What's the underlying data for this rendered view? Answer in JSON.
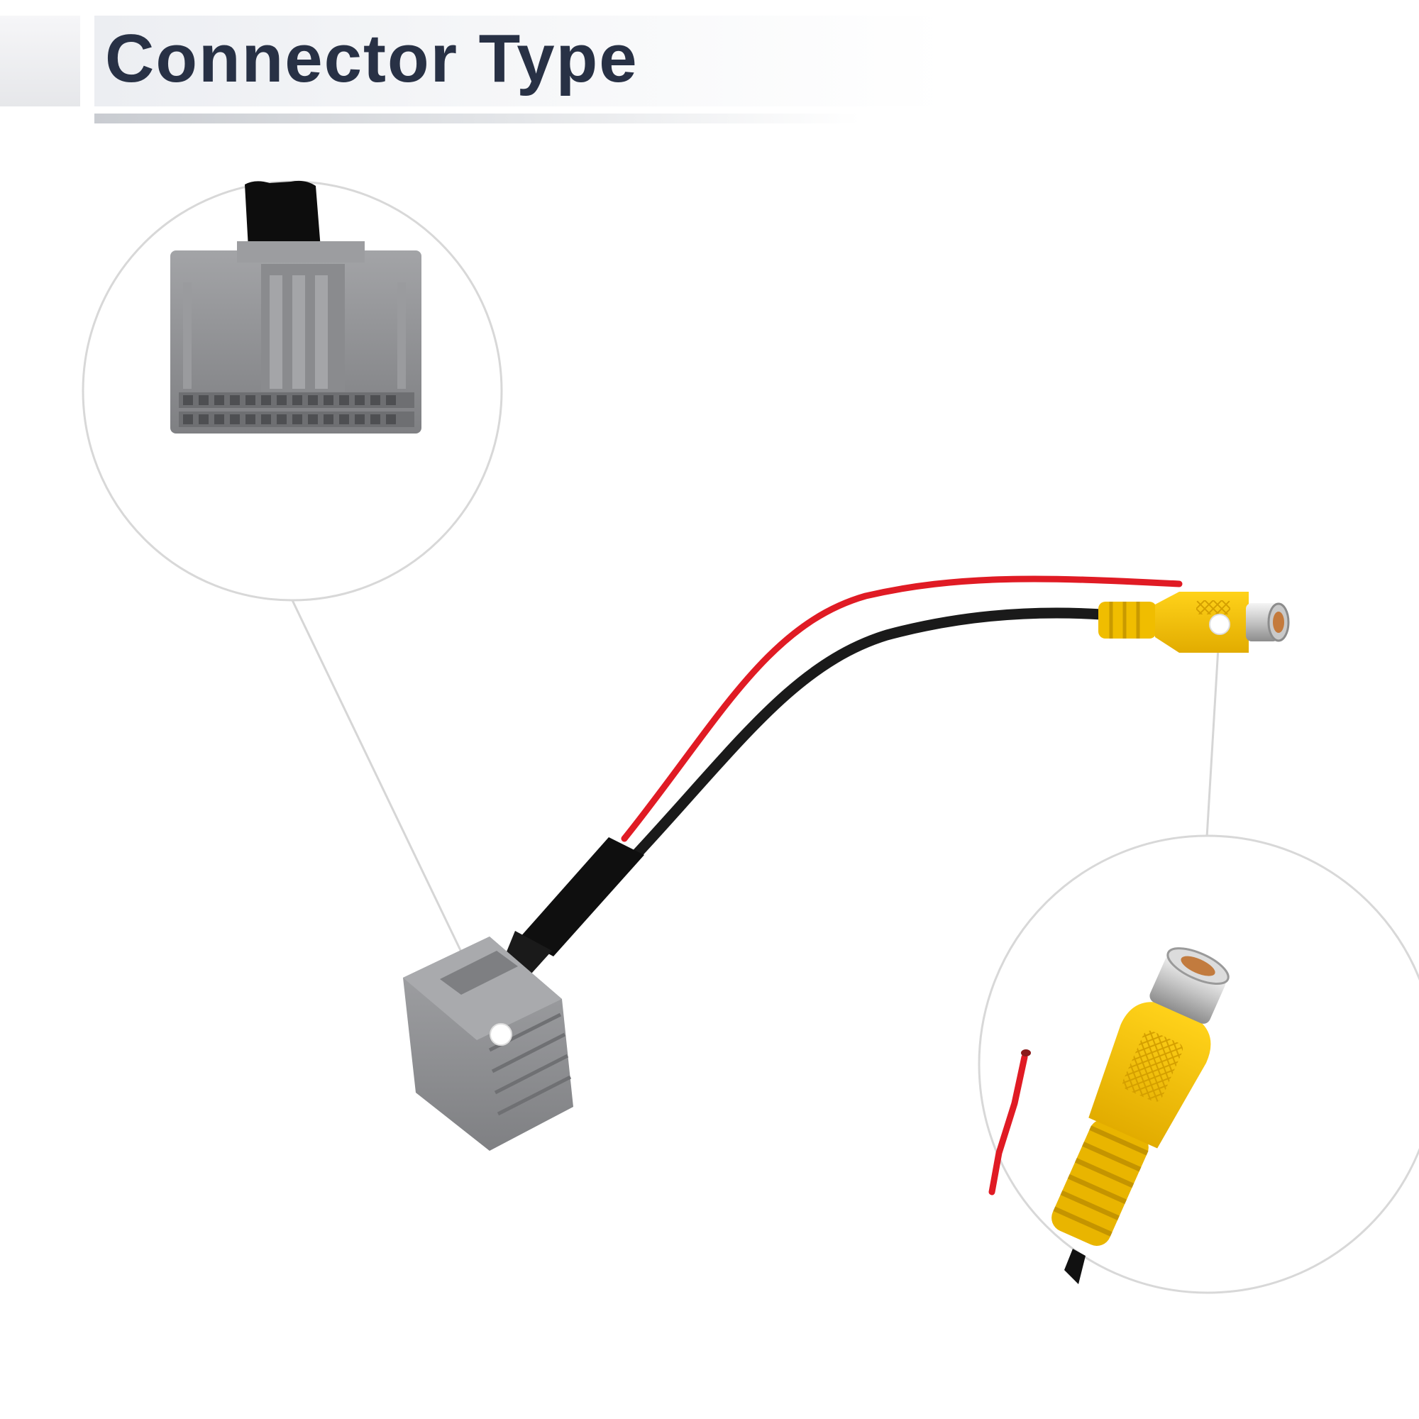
{
  "header": {
    "title": "Connector Type"
  },
  "colors": {
    "title_text": "#283145",
    "connector_gray": "#8f9093",
    "rca_yellow": "#f2c200",
    "wire_red": "#e01b24",
    "wire_black": "#1a1a1a",
    "sleeve_black": "#111111",
    "callout_line": "#d4d4d4"
  },
  "callouts": [
    {
      "id": "gray-connector",
      "subject": "multi-pin-connector-icon"
    },
    {
      "id": "rca-plug",
      "subject": "rca-connector-icon"
    }
  ]
}
